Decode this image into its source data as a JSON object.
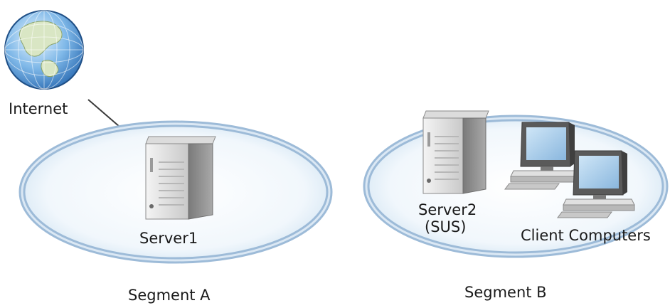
{
  "diagram": {
    "internet_label": "Internet",
    "segment_a": {
      "title": "Segment A",
      "server_label": "Server1"
    },
    "segment_b": {
      "title": "Segment B",
      "server_label_line1": "Server2",
      "server_label_line2": "(SUS)",
      "clients_label": "Client Computers"
    }
  },
  "colors": {
    "ellipse_fill": "#e8f2fa",
    "ellipse_stroke": "#8fb3d6",
    "link_line": "#3a3a3a",
    "server_body": "#8e8e8e",
    "text": "#1a1a1a"
  },
  "icons": [
    "globe-icon",
    "server-icon",
    "server-icon",
    "desktop-computer-icon",
    "desktop-computer-icon"
  ]
}
